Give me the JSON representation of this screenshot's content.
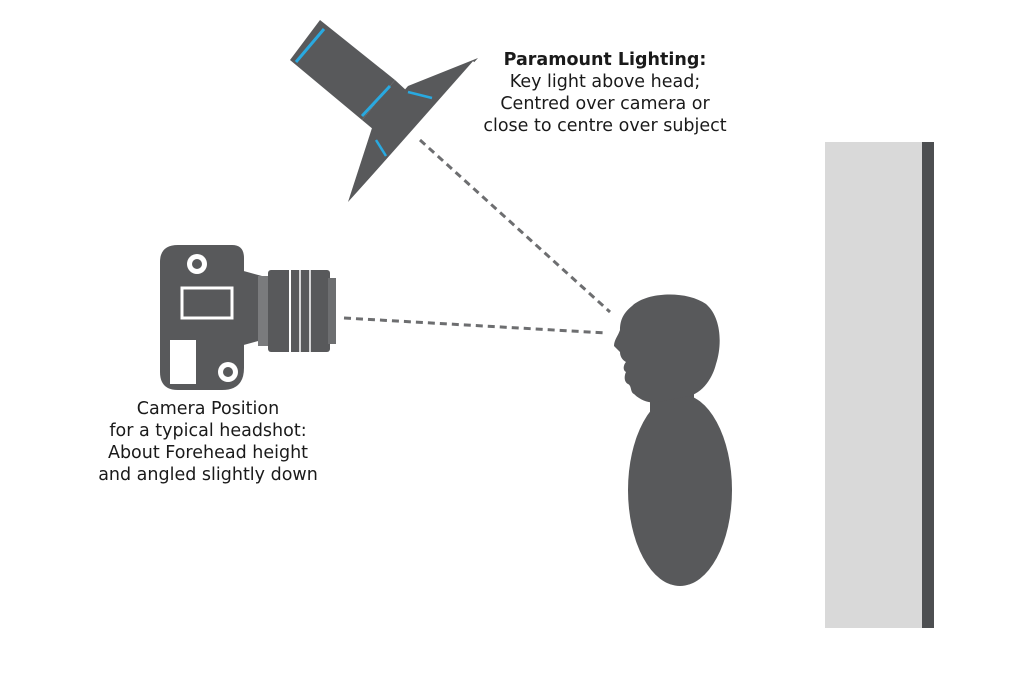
{
  "light_label": {
    "title": "Paramount Lighting:",
    "lines": [
      "Key light above head;",
      "Centred over camera or",
      "close to centre over subject"
    ]
  },
  "camera_label": {
    "lines": [
      "Camera Position",
      "for a typical headshot:",
      "About Forehead height",
      "and angled slightly down"
    ]
  },
  "colors": {
    "equipment": "#58595b",
    "accent": "#29a9e0",
    "backdrop": "#d9d9d9",
    "backdrop_edge": "#4d4f51",
    "sight_line": "#6d6e70",
    "text": "#1a1a1a"
  }
}
